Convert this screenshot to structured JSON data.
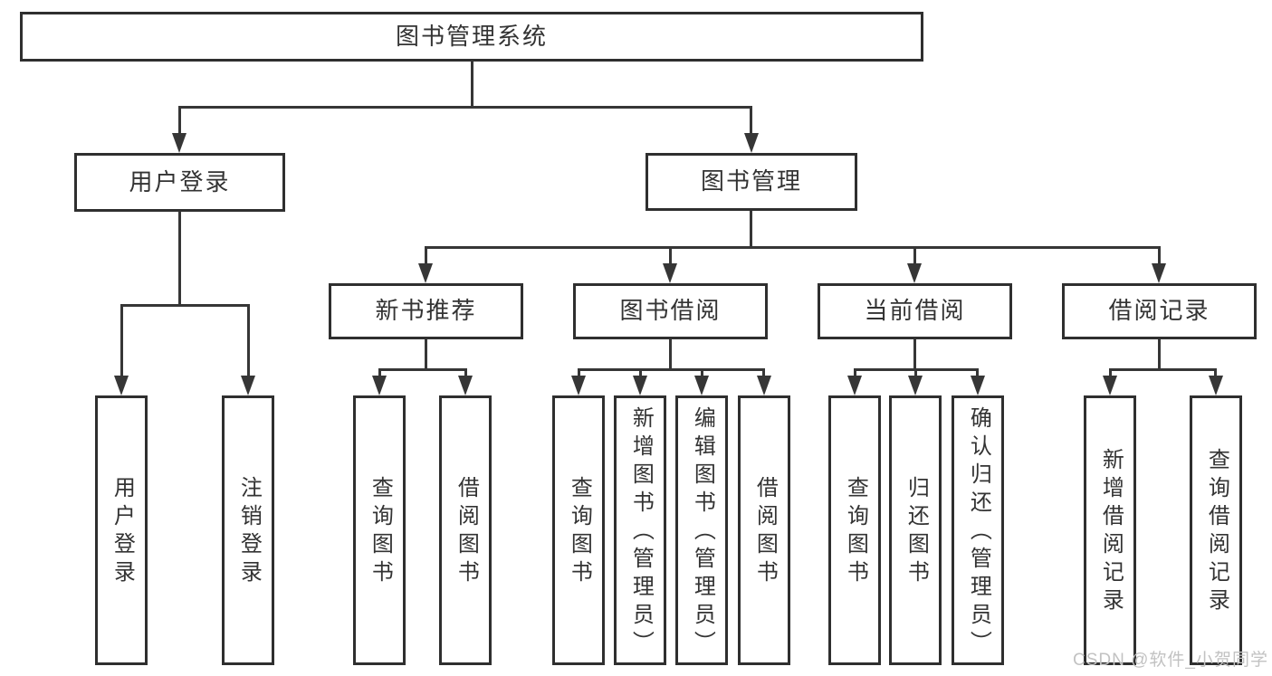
{
  "tree": {
    "root": {
      "label": "图书管理系统"
    },
    "branches": [
      {
        "label": "用户登录",
        "children": [
          {
            "label": "用户登录"
          },
          {
            "label": "注销登录"
          }
        ]
      },
      {
        "label": "图书管理",
        "children": [
          {
            "label": "新书推荐",
            "children": [
              {
                "label": "查询图书"
              },
              {
                "label": "借阅图书"
              }
            ]
          },
          {
            "label": "图书借阅",
            "children": [
              {
                "label": "查询图书"
              },
              {
                "label": "新增图书（管理员）"
              },
              {
                "label": "编辑图书（管理员）"
              },
              {
                "label": "借阅图书"
              }
            ]
          },
          {
            "label": "当前借阅",
            "children": [
              {
                "label": "查询图书"
              },
              {
                "label": "归还图书"
              },
              {
                "label": "确认归还（管理员）"
              }
            ]
          },
          {
            "label": "借阅记录",
            "children": [
              {
                "label": "新增借阅记录"
              },
              {
                "label": "查询借阅记录"
              }
            ]
          }
        ]
      }
    ]
  },
  "colors": {
    "line": "#363636",
    "border": "#2f2f2f",
    "text": "#333333",
    "watermark": "#c2c2c2"
  },
  "watermark": "CSDN @软件_小贺同学"
}
